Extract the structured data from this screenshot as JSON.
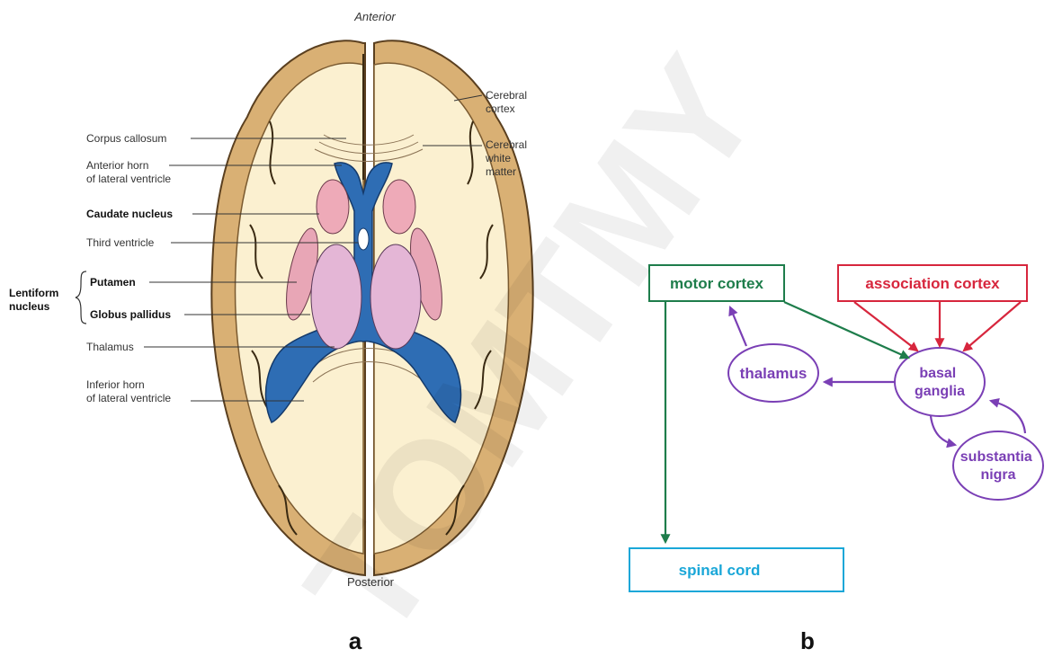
{
  "panel_a": {
    "orientation": {
      "top": "Anterior",
      "bottom": "Posterior"
    },
    "labels_right": [
      {
        "lines": [
          "Cerebral",
          "cortex"
        ]
      },
      {
        "lines": [
          "Cerebral",
          "white",
          "matter"
        ]
      }
    ],
    "labels_left": [
      {
        "lines": [
          "Corpus callosum"
        ],
        "bold": false
      },
      {
        "lines": [
          "Anterior horn",
          "of lateral ventricle"
        ],
        "bold": false
      },
      {
        "lines": [
          "Caudate nucleus"
        ],
        "bold": true
      },
      {
        "lines": [
          "Third ventricle"
        ],
        "bold": false
      },
      {
        "lines": [
          "Putamen"
        ],
        "bold": true
      },
      {
        "lines": [
          "Globus pallidus"
        ],
        "bold": true
      },
      {
        "lines": [
          "Thalamus"
        ],
        "bold": false
      },
      {
        "lines": [
          "Inferior horn",
          "of lateral ventricle"
        ],
        "bold": false
      }
    ],
    "group_label": [
      "Lentiform",
      "nucleus"
    ],
    "colors": {
      "cortex": "#d9b074",
      "white_matter": "#fbf0d0",
      "ventricle": "#2e6db4",
      "caudate": "#eeaab8",
      "putamen": "#e8a6b6",
      "thalamus": "#e4b6d6"
    },
    "caption": "a"
  },
  "panel_b": {
    "nodes": {
      "motor_cortex": "motor cortex",
      "association_cortex": "association cortex",
      "thalamus": "thalamus",
      "basal_ganglia": [
        "basal",
        "ganglia"
      ],
      "substantia_nigra": [
        "substantia",
        "nigra"
      ],
      "spinal_cord": "spinal cord"
    },
    "colors": {
      "motor": "#1e7d4b",
      "association": "#d7263d",
      "loop": "#7a3fb5",
      "spinal": "#1aa7d8"
    },
    "caption": "b"
  },
  "watermark": "TOMTMY"
}
